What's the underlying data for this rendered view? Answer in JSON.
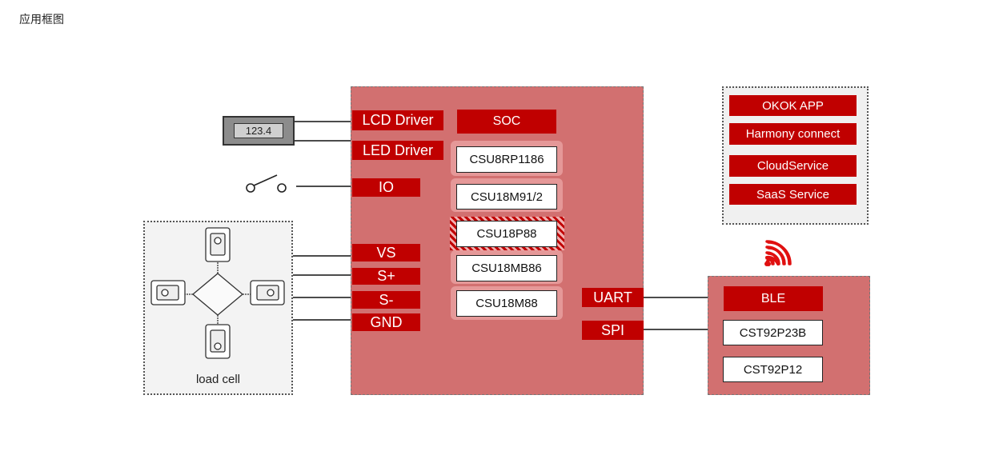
{
  "page": {
    "title": "应用框图"
  },
  "colors": {
    "accent": "#c00000",
    "panel": "#d27070",
    "cloud_bg": "#f0f0f0"
  },
  "display": {
    "value": "123.4"
  },
  "interfaces_left": [
    "LCD Driver",
    "LED Driver",
    "IO",
    "VS",
    "S+",
    "S-",
    "GND"
  ],
  "soc": {
    "title": "SOC",
    "chips": [
      "CSU8RP1186",
      "CSU18M91/2",
      "CSU18P88",
      "CSU18MB86",
      "CSU18M88"
    ],
    "highlighted_chip": "CSU18P88"
  },
  "interfaces_right": [
    "UART",
    "SPI"
  ],
  "ble": {
    "title": "BLE",
    "chips": [
      "CST92P23B",
      "CST92P12"
    ]
  },
  "cloud": {
    "items": [
      "OKOK APP",
      "Harmony connect",
      "CloudService",
      "SaaS Service"
    ]
  },
  "load_cell": {
    "label": "load cell"
  },
  "icons": [
    "switch-icon",
    "wireless-icon",
    "load-cell-icon",
    "lcd-display-icon"
  ]
}
